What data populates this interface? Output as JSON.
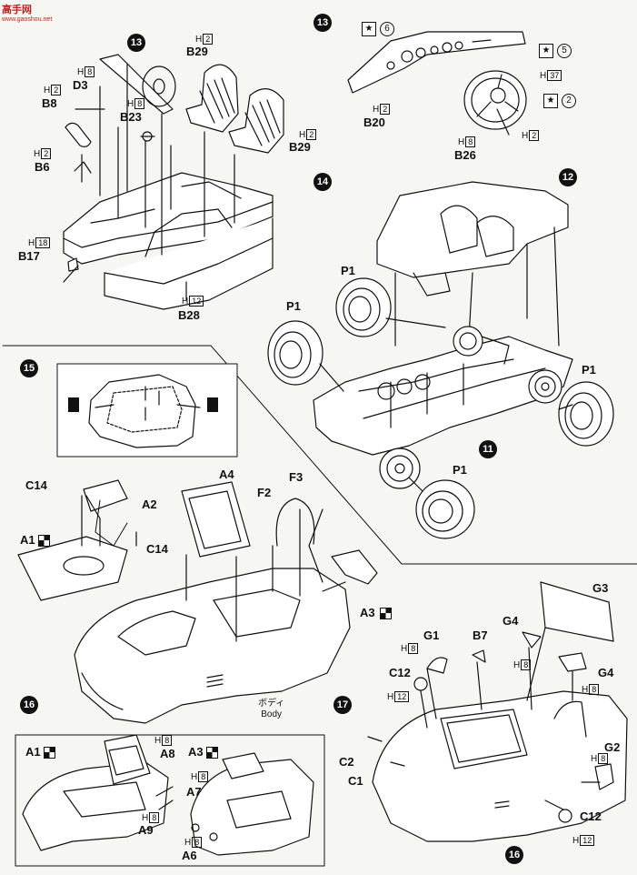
{
  "watermark": {
    "title": "高手网",
    "url": "www.gaoshou.net"
  },
  "steps": {
    "s13a": "13",
    "s13b": "13",
    "s14": "14",
    "s12": "12",
    "s11": "11",
    "s15": "15",
    "s16a": "16",
    "s16b": "16",
    "s17": "17"
  },
  "parts": {
    "B29a": "B29",
    "B29b": "B29",
    "D3": "D3",
    "B8": "B8",
    "B23": "B23",
    "B6": "B6",
    "B17": "B17",
    "B28": "B28",
    "B20": "B20",
    "B26": "B26",
    "P1a": "P1",
    "P1b": "P1",
    "P1c": "P1",
    "P1d": "P1",
    "C14a": "C14",
    "C14b": "C14",
    "A2": "A2",
    "A1": "A1",
    "A4": "A4",
    "F2": "F2",
    "F3": "F3",
    "A3": "A3",
    "G3": "G3",
    "G1": "G1",
    "B7": "B7",
    "G4a": "G4",
    "G4b": "G4",
    "C12a": "C12",
    "C12b": "C12",
    "C2": "C2",
    "C1": "C1",
    "G2": "G2",
    "A1b": "A1",
    "A8": "A8",
    "A9": "A9",
    "A3b": "A3",
    "A7": "A7",
    "A6": "A6"
  },
  "hmarks": {
    "h2": "H",
    "h2v": "2",
    "h8": "H",
    "h8v": "8",
    "h12": "H",
    "h12v": "12",
    "h18": "H",
    "h18v": "18",
    "h37": "H",
    "h37v": "37"
  },
  "paint_refs": {
    "r6": "6",
    "r5": "5",
    "r2": "2"
  },
  "body_label": {
    "jp": "ボディ",
    "en": "Body"
  }
}
